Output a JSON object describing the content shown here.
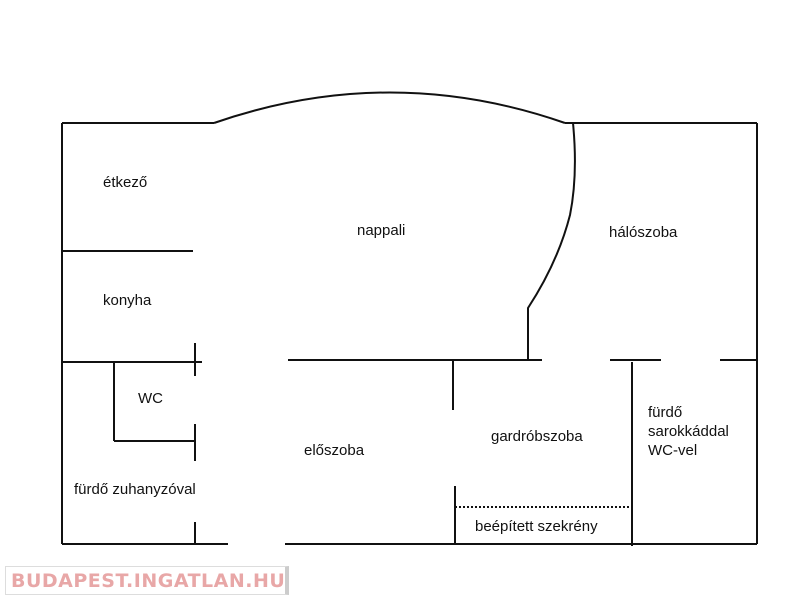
{
  "rooms": {
    "etkezo": "étkező",
    "nappali": "nappali",
    "haloszoba": "hálószoba",
    "konyha": "konyha",
    "wc": "WC",
    "furdo_zuhany": "fürdő zuhanyzóval",
    "eloszoba": "előszoba",
    "gardrob": "gardróbszoba",
    "furdo_sarok_1": "fürdő",
    "furdo_sarok_2": "sarokkáddal",
    "furdo_sarok_3": "WC-vel",
    "szekreny": "beépített szekrény"
  },
  "watermark": {
    "text": "BUDAPEST.INGATLAN.HU",
    "color": "#e8a7a7"
  },
  "colors": {
    "wall": "#111111"
  }
}
